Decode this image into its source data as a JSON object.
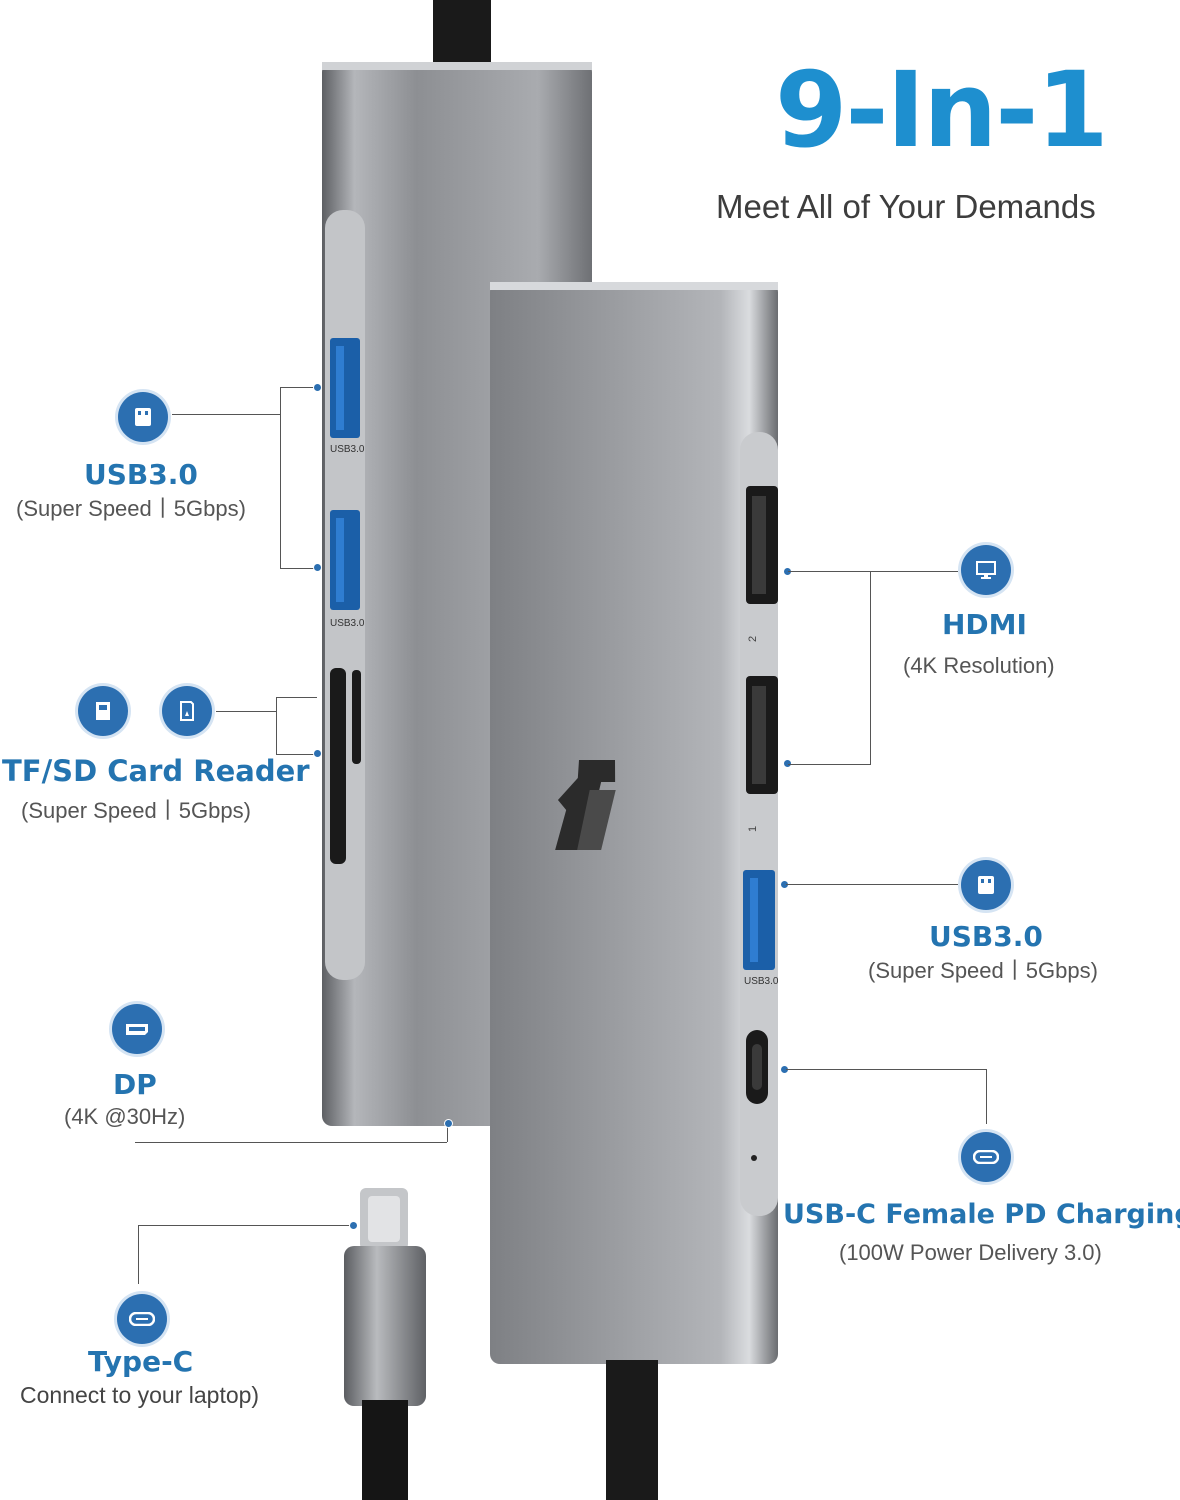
{
  "title": {
    "main": "9-In-1",
    "subtitle": "Meet All of Your Demands"
  },
  "device": {
    "port_labels": {
      "usb_a": "USB3.0",
      "hdmi_2": "2",
      "hdmi_1": "1"
    }
  },
  "callouts": {
    "usb_left": {
      "title": "USB3.0",
      "detail": "(Super Speed丨5Gbps)",
      "icon": "usb-icon"
    },
    "card_reader": {
      "title": "TF/SD Card Reader",
      "detail": "(Super Speed丨5Gbps)",
      "icons": [
        "sd-card-icon",
        "tf-card-icon"
      ]
    },
    "dp": {
      "title": "DP",
      "detail": "(4K @30Hz)",
      "icon": "displayport-icon"
    },
    "type_c": {
      "title": "Type-C",
      "detail": "Connect to your laptop)",
      "icon": "usb-c-icon"
    },
    "hdmi": {
      "title": "HDMI",
      "detail": "(4K Resolution)",
      "icon": "monitor-icon"
    },
    "usb_right": {
      "title": "USB3.0",
      "detail": "(Super Speed丨5Gbps)",
      "icon": "usb-icon"
    },
    "pd": {
      "title": "USB-C Female PD Charging",
      "detail": "(100W Power Delivery 3.0)",
      "icon": "usb-c-icon"
    }
  },
  "colors": {
    "accent": "#2474b0",
    "title_blue": "#1e8fcf",
    "icon_bg": "#2c6fb1",
    "body_gray": "#8a8c90"
  }
}
